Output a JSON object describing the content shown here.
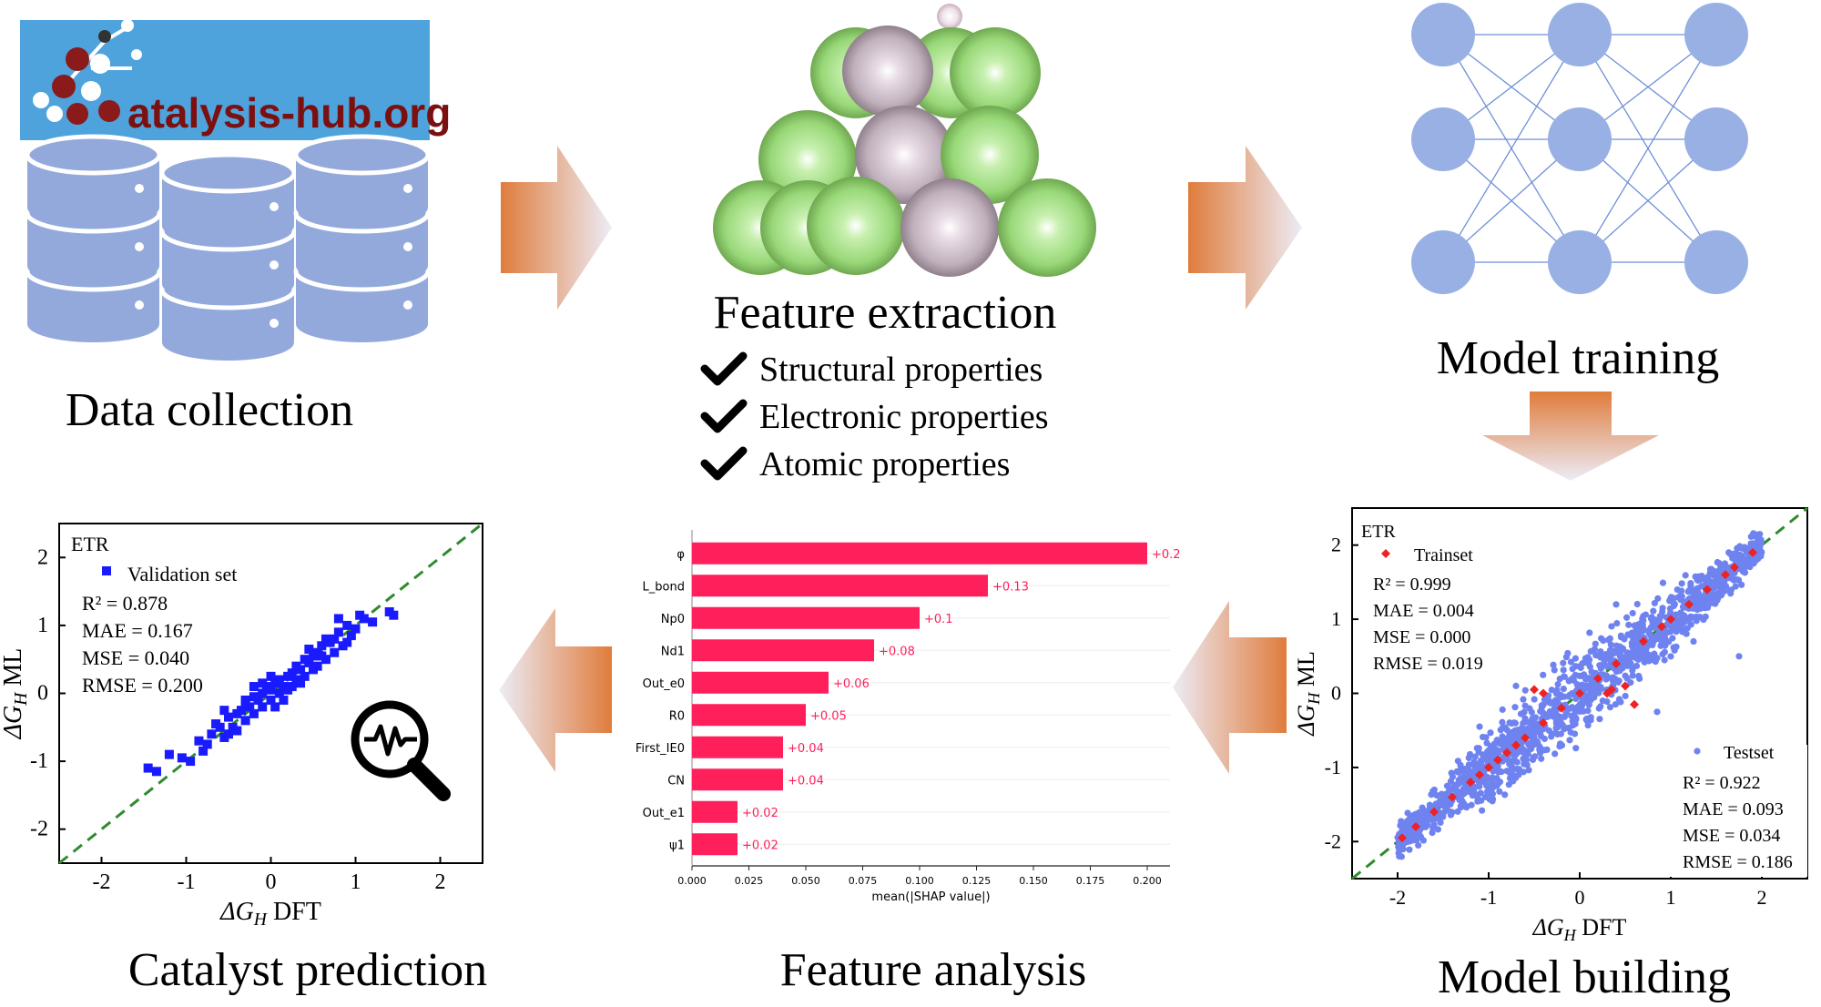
{
  "panels": {
    "data_collection": {
      "logo_text": "atalysis-hub.org",
      "caption": "Data collection"
    },
    "feature_extraction": {
      "caption": "Feature extraction",
      "checklist": [
        "Structural properties",
        "Electronic properties",
        "Atomic properties"
      ]
    },
    "model_training": {
      "caption": "Model training"
    },
    "catalyst_prediction": {
      "caption": "Catalyst prediction"
    },
    "feature_analysis": {
      "caption": "Feature analysis"
    },
    "model_building": {
      "caption": "Model building"
    }
  },
  "colors": {
    "arrow_orange": "#e07c3c",
    "arrow_light": "#e6e6f4",
    "database_blue": "#93a9dc",
    "logo_bg": "#4fa3dc",
    "logo_red": "#8b1a1a",
    "atom_green": "#9fdc7c",
    "atom_grey": "#c7b8c4",
    "nn_node": "#98b0e4",
    "nn_line": "#6f8fd8",
    "shap_bar": "#ff1f5b",
    "validation_blue": "#1a1aff",
    "testset_blue": "#6f83f0",
    "trainset_red": "#ee2222",
    "parity_green": "#2e8b2e"
  },
  "chart_data": [
    {
      "type": "scatter",
      "panel": "catalyst_prediction",
      "xlabel": "ΔG_H DFT",
      "ylabel": "ΔG_H ML",
      "xlim": [
        -2.5,
        2.5
      ],
      "ylim": [
        -2.5,
        2.5
      ],
      "xticks": [
        -2,
        -1,
        0,
        1,
        2
      ],
      "yticks": [
        -2,
        -1,
        0,
        1,
        2
      ],
      "model": "ETR",
      "legend": "Validation set",
      "metrics": [
        "R² = 0.878",
        "MAE = 0.167",
        "MSE = 0.040",
        "RMSE = 0.200"
      ],
      "series": [
        {
          "name": "Validation set",
          "points": [
            [
              -1.45,
              -1.1
            ],
            [
              -1.35,
              -1.15
            ],
            [
              -1.05,
              -0.95
            ],
            [
              -0.95,
              -1.0
            ],
            [
              -1.2,
              -0.9
            ],
            [
              -0.8,
              -0.85
            ],
            [
              -0.7,
              -0.6
            ],
            [
              -0.75,
              -0.75
            ],
            [
              -0.6,
              -0.5
            ],
            [
              -0.55,
              -0.65
            ],
            [
              -0.5,
              -0.35
            ],
            [
              -0.45,
              -0.5
            ],
            [
              -0.4,
              -0.3
            ],
            [
              -0.35,
              -0.25
            ],
            [
              -0.3,
              -0.4
            ],
            [
              -0.3,
              -0.15
            ],
            [
              -0.25,
              -0.2
            ],
            [
              -0.2,
              -0.05
            ],
            [
              -0.2,
              -0.3
            ],
            [
              -0.15,
              -0.1
            ],
            [
              -0.1,
              0.0
            ],
            [
              -0.1,
              -0.2
            ],
            [
              -0.05,
              0.1
            ],
            [
              0.0,
              0.05
            ],
            [
              0.0,
              -0.1
            ],
            [
              0.05,
              0.15
            ],
            [
              0.1,
              0.0
            ],
            [
              0.1,
              0.2
            ],
            [
              0.15,
              0.1
            ],
            [
              0.2,
              0.25
            ],
            [
              0.2,
              0.05
            ],
            [
              0.25,
              0.3
            ],
            [
              0.3,
              0.2
            ],
            [
              0.3,
              0.4
            ],
            [
              0.35,
              0.35
            ],
            [
              0.4,
              0.25
            ],
            [
              0.4,
              0.5
            ],
            [
              0.45,
              0.45
            ],
            [
              0.5,
              0.55
            ],
            [
              0.5,
              0.35
            ],
            [
              0.55,
              0.6
            ],
            [
              0.6,
              0.7
            ],
            [
              0.65,
              0.5
            ],
            [
              0.7,
              0.75
            ],
            [
              0.75,
              0.8
            ],
            [
              0.8,
              0.9
            ],
            [
              0.85,
              0.7
            ],
            [
              0.9,
              1.0
            ],
            [
              0.8,
              1.1
            ],
            [
              0.95,
              0.85
            ],
            [
              1.0,
              0.95
            ],
            [
              1.1,
              1.1
            ],
            [
              1.2,
              1.05
            ],
            [
              1.4,
              1.2
            ],
            [
              1.45,
              1.15
            ],
            [
              -0.65,
              -0.45
            ],
            [
              -0.55,
              -0.25
            ],
            [
              -0.4,
              -0.55
            ],
            [
              -0.2,
              0.1
            ],
            [
              0.0,
              0.25
            ],
            [
              0.15,
              -0.1
            ],
            [
              0.35,
              0.15
            ],
            [
              0.55,
              0.4
            ],
            [
              0.65,
              0.8
            ],
            [
              0.75,
              0.6
            ],
            [
              -0.85,
              -0.7
            ],
            [
              -0.5,
              -0.6
            ],
            [
              0.45,
              0.65
            ],
            [
              0.6,
              0.55
            ],
            [
              0.25,
              0.1
            ],
            [
              -0.3,
              -0.1
            ],
            [
              0.05,
              -0.2
            ],
            [
              -0.1,
              0.15
            ],
            [
              0.9,
              0.75
            ],
            [
              1.05,
              1.15
            ]
          ]
        }
      ]
    },
    {
      "type": "bar",
      "orientation": "horizontal",
      "panel": "feature_analysis",
      "categories": [
        "φ",
        "L_bond",
        "Np0",
        "Nd1",
        "Out_e0",
        "R0",
        "First_IE0",
        "CN",
        "Out_e1",
        "ψ1"
      ],
      "values": [
        0.2,
        0.13,
        0.1,
        0.08,
        0.06,
        0.05,
        0.04,
        0.04,
        0.02,
        0.02
      ],
      "value_labels": [
        "+0.2",
        "+0.13",
        "+0.1",
        "+0.08",
        "+0.06",
        "+0.05",
        "+0.04",
        "+0.04",
        "+0.02",
        "+0.02"
      ],
      "xlabel": "mean(|SHAP value|)",
      "xlim": [
        0,
        0.21
      ],
      "xticks": [
        "0.000",
        "0.025",
        "0.050",
        "0.075",
        "0.100",
        "0.125",
        "0.150",
        "0.175",
        "0.200"
      ]
    },
    {
      "type": "scatter",
      "panel": "model_building",
      "xlabel": "ΔG_H DFT",
      "ylabel": "ΔG_H ML",
      "xlim": [
        -2.5,
        2.5
      ],
      "ylim": [
        -2.5,
        2.5
      ],
      "xticks": [
        -2,
        -1,
        0,
        1,
        2
      ],
      "yticks": [
        -2,
        -1,
        0,
        1,
        2
      ],
      "model": "ETR",
      "train_legend": "Trainset",
      "train_metrics": [
        "R² = 0.999",
        "MAE = 0.004",
        "MSE = 0.000",
        "RMSE = 0.019"
      ],
      "test_legend": "Testset",
      "test_metrics": [
        "R² = 0.922",
        "MAE = 0.093",
        "MSE = 0.034",
        "RMSE = 0.186"
      ],
      "series": [
        {
          "name": "Trainset",
          "points": [
            [
              -1.95,
              -1.95
            ],
            [
              -1.8,
              -1.8
            ],
            [
              -1.6,
              -1.6
            ],
            [
              -1.4,
              -1.4
            ],
            [
              -1.2,
              -1.2
            ],
            [
              -1.0,
              -1.0
            ],
            [
              -0.9,
              -0.9
            ],
            [
              -0.7,
              -0.7
            ],
            [
              -0.6,
              -0.6
            ],
            [
              -0.4,
              -0.4
            ],
            [
              -0.5,
              0.05
            ],
            [
              -0.4,
              0.0
            ],
            [
              -0.2,
              -0.2
            ],
            [
              0.0,
              0.0
            ],
            [
              0.2,
              0.2
            ],
            [
              0.4,
              0.4
            ],
            [
              0.3,
              0.0
            ],
            [
              0.35,
              0.05
            ],
            [
              0.7,
              0.7
            ],
            [
              1.0,
              1.0
            ],
            [
              1.2,
              1.2
            ],
            [
              1.4,
              1.4
            ],
            [
              1.6,
              1.6
            ],
            [
              1.7,
              1.7
            ],
            [
              1.9,
              1.9
            ],
            [
              -1.1,
              -1.1
            ],
            [
              0.6,
              -0.15
            ],
            [
              0.5,
              0.1
            ],
            [
              -0.8,
              -0.8
            ],
            [
              0.9,
              0.9
            ]
          ]
        },
        {
          "name": "Testset",
          "points": "Dense cloud of roughly 1500 points scattered along the parity line from about -2 to 2, wider spread in the middle (about ±0.4), a few outliers near (-1.1,-0.45), (1.75,0.5), (0.85,-0.25)."
        }
      ]
    }
  ]
}
